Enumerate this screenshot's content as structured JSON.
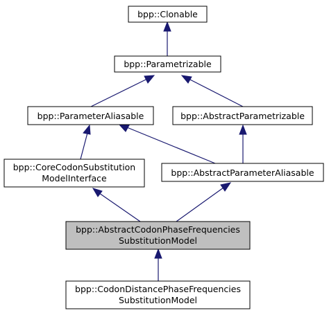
{
  "colors": {
    "edge": "#191970",
    "highlight_fill": "#bfbfbf",
    "node_fill": "#ffffff",
    "node_border": "#000000"
  },
  "nodes": {
    "clonable": [
      "bpp::Clonable"
    ],
    "parametrizable": [
      "bpp::Parametrizable"
    ],
    "parameter_aliasable": [
      "bpp::ParameterAliasable"
    ],
    "abstract_parametrizable": [
      "bpp::AbstractParametrizable"
    ],
    "core_codon": [
      "bpp::CoreCodonSubstitution",
      "ModelInterface"
    ],
    "abstract_parameter_aliasable": [
      "bpp::AbstractParameterAliasable"
    ],
    "abstract_codon_phase": [
      "bpp::AbstractCodonPhaseFrequencies",
      "SubstitutionModel"
    ],
    "codon_distance_phase": [
      "bpp::CodonDistancePhaseFrequencies",
      "SubstitutionModel"
    ]
  }
}
